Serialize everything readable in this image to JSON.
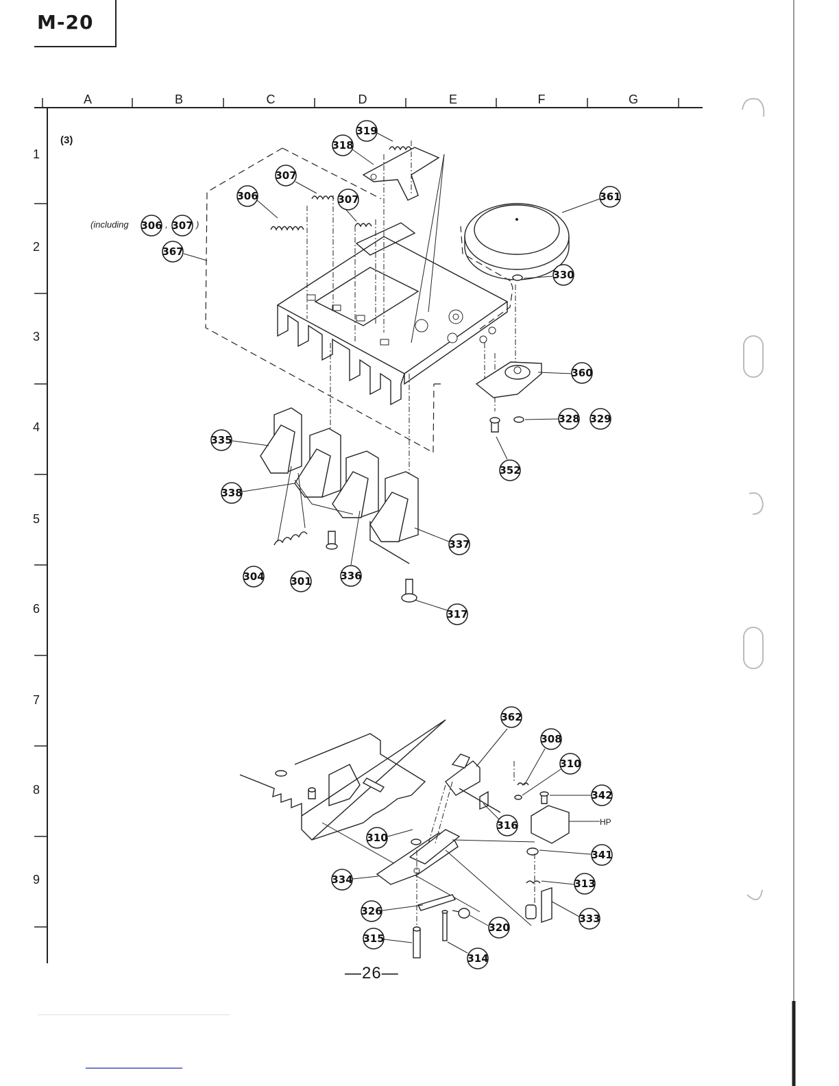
{
  "header": {
    "model": "M-20"
  },
  "grid": {
    "columns": [
      "A",
      "B",
      "C",
      "D",
      "E",
      "F",
      "G"
    ],
    "rows": [
      "1",
      "2",
      "3",
      "4",
      "5",
      "6",
      "7",
      "8",
      "9"
    ]
  },
  "section_label": "(3)",
  "including_note": {
    "prefix": "(including",
    "separator": ",",
    "suffix": ")",
    "parts": [
      "306",
      "307"
    ]
  },
  "hp_label": "HP",
  "page_number": "—26—",
  "callouts": [
    "319",
    "318",
    "307",
    "306",
    "307",
    "361",
    "367",
    "330",
    "360",
    "328",
    "329",
    "335",
    "352",
    "338",
    "337",
    "304",
    "301",
    "336",
    "317",
    "362",
    "308",
    "310",
    "342",
    "316",
    "310",
    "341",
    "334",
    "313",
    "326",
    "320",
    "333",
    "315",
    "314"
  ]
}
